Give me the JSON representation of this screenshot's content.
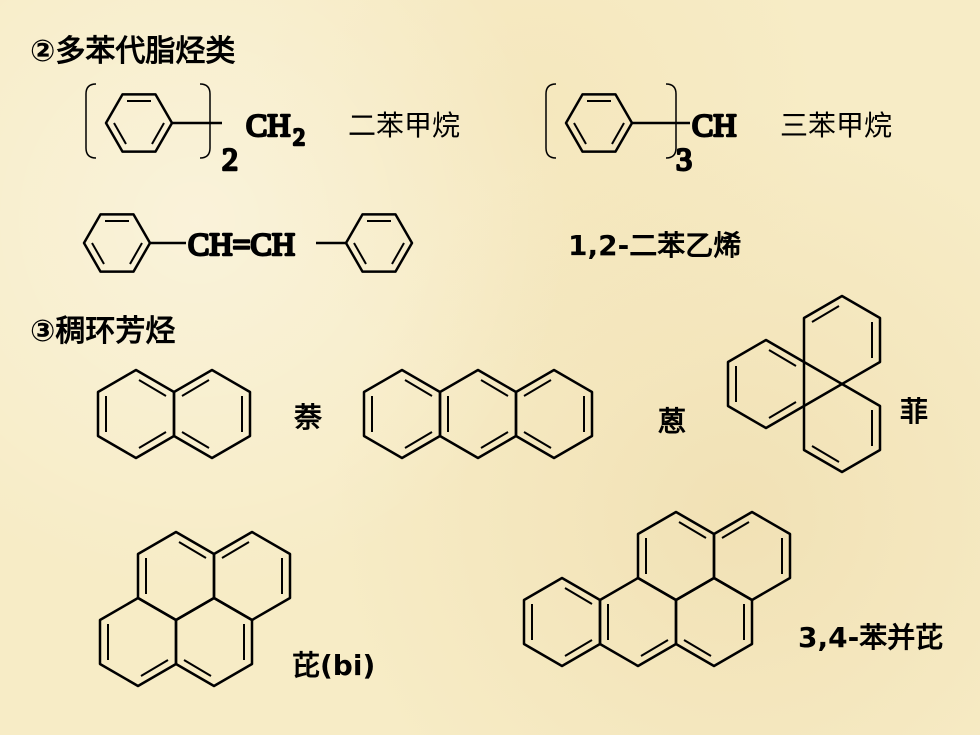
{
  "sections": {
    "polyphenyl_heading": "②多苯代脂烃类",
    "fused_heading": "③稠环芳烃"
  },
  "compounds": {
    "diphenylmethane": {
      "group": "CH",
      "sub_h": "2",
      "count": "2",
      "name": "二苯甲烷"
    },
    "triphenylmethane": {
      "group": "CH",
      "count": "3",
      "name": "三苯甲烷"
    },
    "stilbene": {
      "group": "CH=CH",
      "name": "1,2-二苯乙烯"
    },
    "naphthalene": {
      "name": "萘"
    },
    "anthracene": {
      "name": "蒽"
    },
    "phenanthrene": {
      "name": "菲"
    },
    "pyrene": {
      "name": "芘(bi)"
    },
    "benzopyrene": {
      "name": "3,4-苯并芘"
    }
  }
}
